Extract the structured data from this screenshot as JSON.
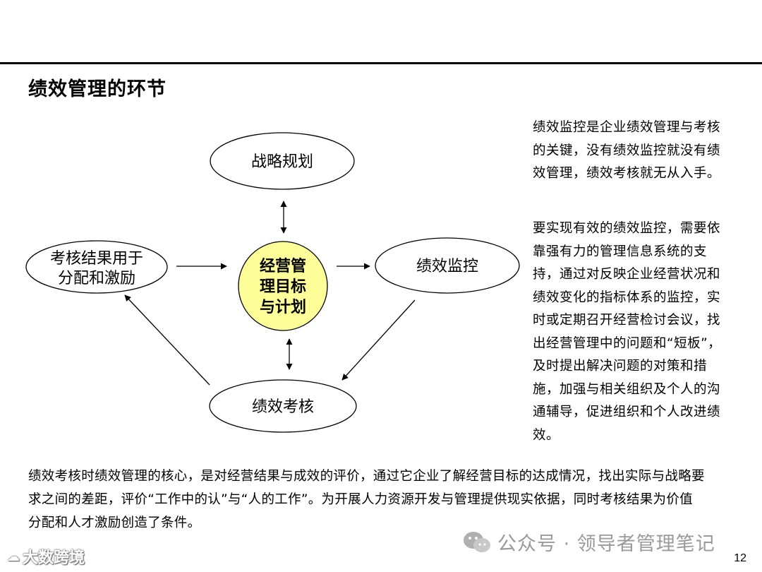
{
  "title": "绩效管理的环节",
  "diagram": {
    "nodes": {
      "strategy": "战略规划",
      "core": [
        "经营管",
        "理目标",
        "与计划"
      ],
      "monitor": "绩效监控",
      "evaluation": "绩效考核",
      "result": [
        "考核结果用于",
        "分配和激励"
      ]
    }
  },
  "side_text": {
    "p1": "绩效监控是企业绩效管理与考核的关键，没有绩效监控就没有绩效管理，绩效考核就无从入手。",
    "p2": "要实现有效的绩效监控，需要依靠强有力的管理信息系统的支持，通过对反映企业经营状况和绩效变化的指标体系的监控，实时或定期召开经营检讨会议，找出经营管理中的问题和“短板”，及时提出解决问题的对策和措施，加强与相关组织及个人的沟通辅导，促进组织和个人改进绩效。"
  },
  "bottom_text": "绩效考核时绩效管理的核心，是对经营结果与成效的评价，通过它企业了解经营目标的达成情况，找出实际与战略要求之间的差距，评价“工作中的认”与“人的工作”。为开展人力资源开发与管理提供现实依据，同时考核结果为价值分配和人才激励创造了条件。",
  "watermark_left": "大数跨境",
  "watermark_right": "公众号 · 领导者管理笔记",
  "page_number": "12",
  "colors": {
    "core_fill": "#ffff99",
    "rule": "#000000",
    "watermark": "#9a9a9a"
  }
}
